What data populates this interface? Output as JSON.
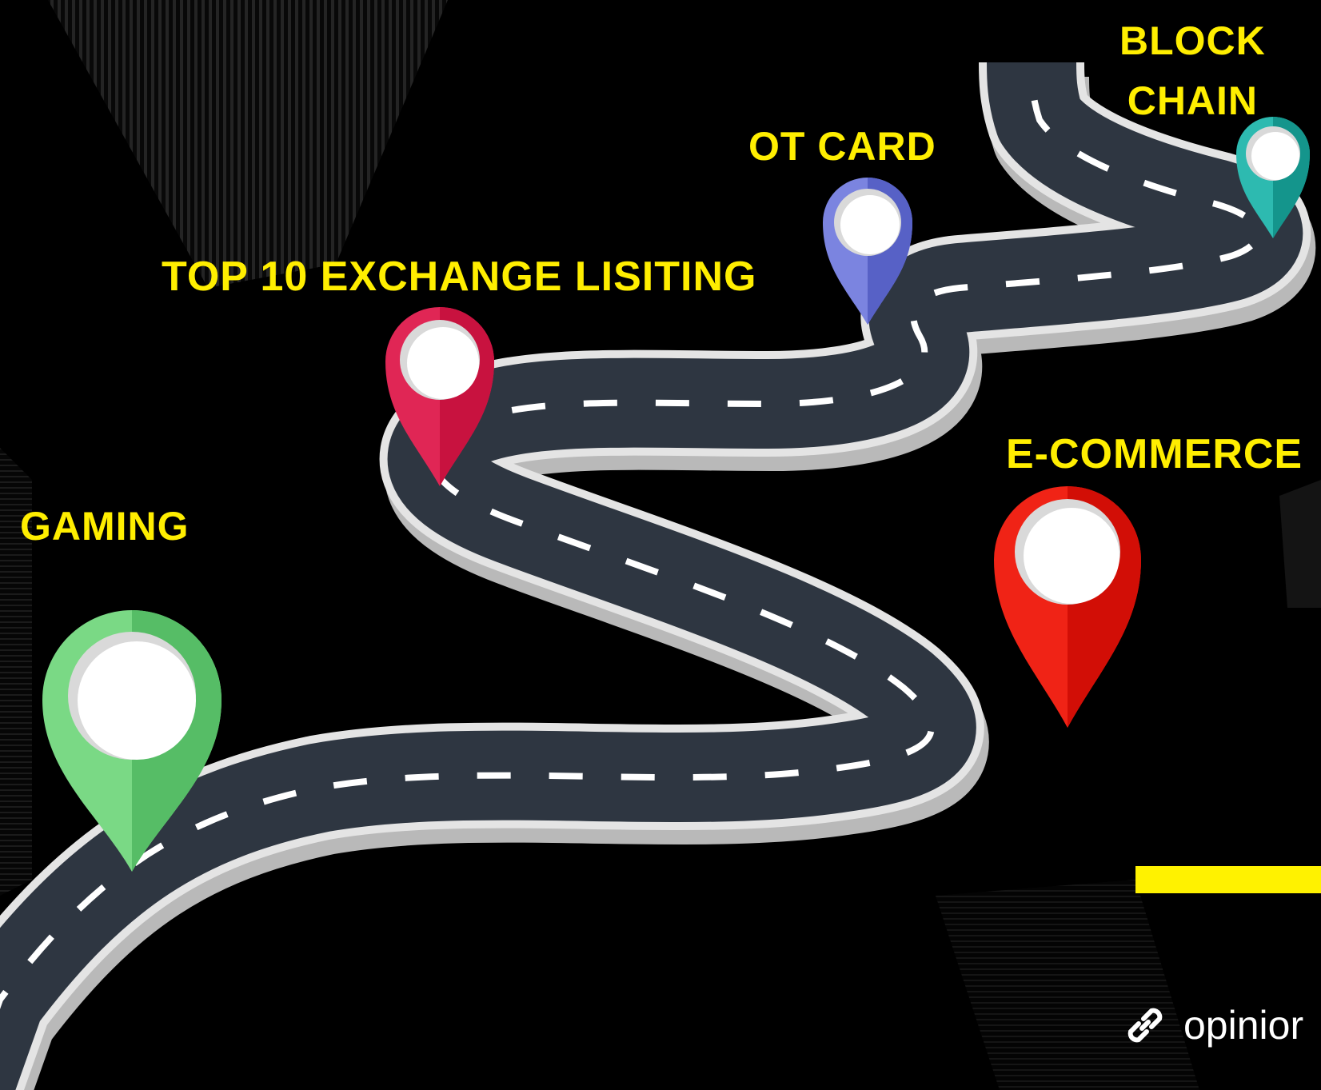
{
  "milestones": {
    "gaming": "GAMING",
    "exchange": "TOP 10 EXCHANGE LISITING",
    "ot_card": "OT CARD",
    "ecommerce": "E-COMMERCE",
    "blockchain_line1": "BLOCK",
    "blockchain_line2": "CHAIN"
  },
  "pin_colors": {
    "gaming": "#5cc46e",
    "exchange": "#d8164a",
    "ot_card": "#6670d4",
    "ecommerce": "#e8160c",
    "blockchain": "#1aa89e"
  },
  "road_colors": {
    "asphalt": "#2e3641",
    "edge": "#d6d6d6",
    "dash": "#ffffff"
  },
  "brand": {
    "text": "opinior",
    "icon": "link-icon"
  },
  "accent_color": "#fff200"
}
